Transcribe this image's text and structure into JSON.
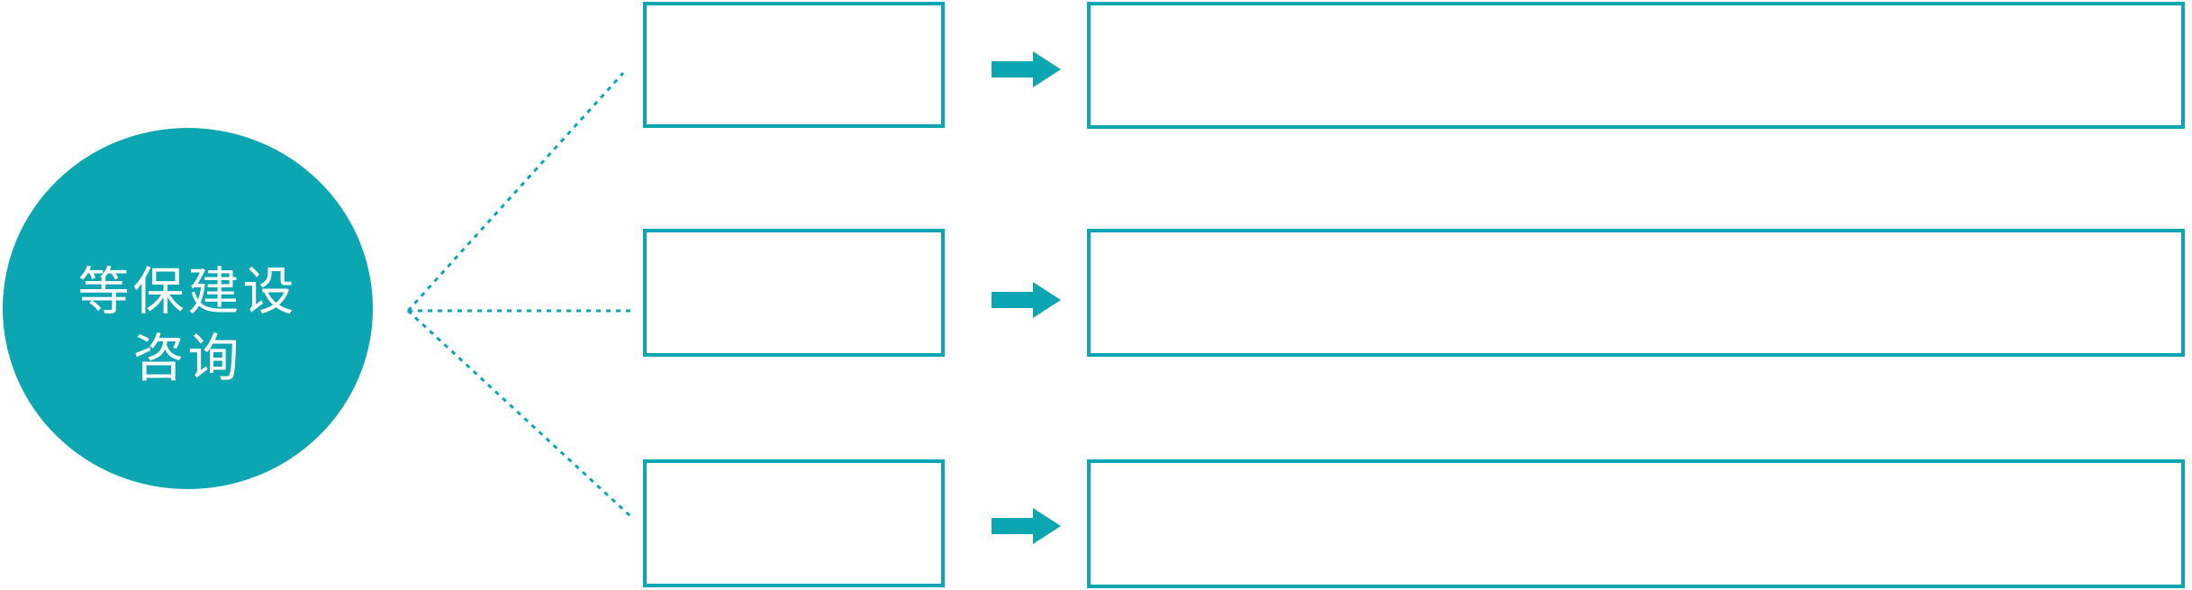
{
  "colors": {
    "accent": "#0CA6B2",
    "hub_text": "#FFFFFF",
    "background": "#FFFFFF"
  },
  "hub": {
    "label": "等保建设咨询",
    "label_line1": "等保建设",
    "label_line2": "咨询"
  },
  "icons": {
    "arrow_right": "block-arrow-right",
    "connector": "dotted-line"
  },
  "rows": [
    {
      "small_box_text": "",
      "large_box_text": ""
    },
    {
      "small_box_text": "",
      "large_box_text": ""
    },
    {
      "small_box_text": "",
      "large_box_text": ""
    }
  ]
}
